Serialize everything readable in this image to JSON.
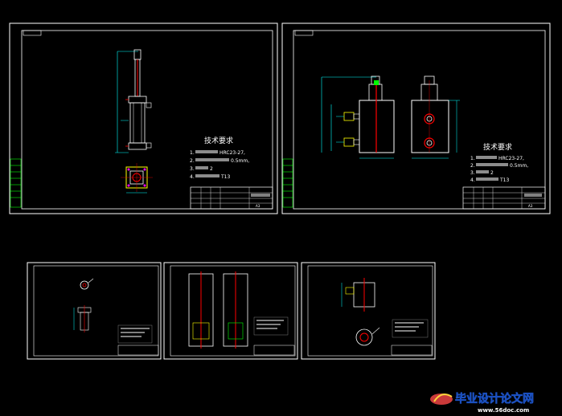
{
  "sheet1": {
    "title": "技术要求",
    "notes": [
      "1.",
      "HRC23-27,",
      "2.",
      "0.5mm,",
      "3.",
      "2",
      "4.",
      "T13"
    ],
    "tb_fragments": [
      "A3"
    ]
  },
  "sheet2": {
    "title": "技术要求",
    "notes": [
      "1.",
      "HRC23-27,",
      "2.",
      "0.5mm,",
      "3.",
      "2",
      "4.",
      "T13"
    ],
    "tb_fragments": [
      "A3"
    ]
  },
  "watermark": {
    "text": "毕业设计论文网",
    "url": "www.56doc.com"
  },
  "colors": {
    "frame": "#ffffff",
    "cyan": "#00ffff",
    "green": "#00ff00",
    "red": "#ff0000",
    "yellow": "#ffff00",
    "magenta": "#ff00ff",
    "watermark_blue": "#1a4fbf"
  }
}
